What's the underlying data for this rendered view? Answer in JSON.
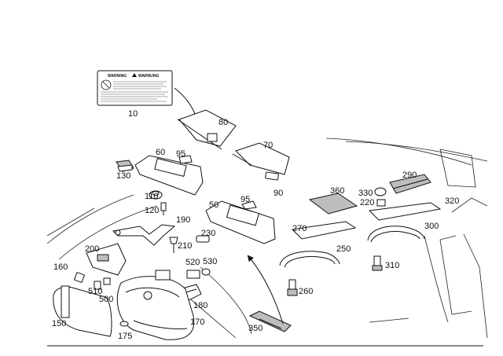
{
  "warning_label": {
    "title_left": "WARNING",
    "title_right": "WARNUNG"
  },
  "callouts": [
    {
      "id": "c10",
      "label": "10"
    },
    {
      "id": "c80",
      "label": "80"
    },
    {
      "id": "c60",
      "label": "60"
    },
    {
      "id": "c95a",
      "label": "95"
    },
    {
      "id": "c70",
      "label": "70"
    },
    {
      "id": "c130",
      "label": "130"
    },
    {
      "id": "c90",
      "label": "90"
    },
    {
      "id": "c110",
      "label": "110"
    },
    {
      "id": "c120",
      "label": "120"
    },
    {
      "id": "c95b",
      "label": "95"
    },
    {
      "id": "c50",
      "label": "50"
    },
    {
      "id": "c190",
      "label": "190"
    },
    {
      "id": "c360",
      "label": "360"
    },
    {
      "id": "c290",
      "label": "290"
    },
    {
      "id": "c330",
      "label": "330"
    },
    {
      "id": "c220",
      "label": "220"
    },
    {
      "id": "c320",
      "label": "320"
    },
    {
      "id": "c230",
      "label": "230"
    },
    {
      "id": "c270",
      "label": "270"
    },
    {
      "id": "c300",
      "label": "300"
    },
    {
      "id": "c200",
      "label": "200"
    },
    {
      "id": "c210",
      "label": "210"
    },
    {
      "id": "c250",
      "label": "250"
    },
    {
      "id": "c520",
      "label": "520"
    },
    {
      "id": "c530",
      "label": "530"
    },
    {
      "id": "c160",
      "label": "160"
    },
    {
      "id": "c310",
      "label": "310"
    },
    {
      "id": "c510",
      "label": "510"
    },
    {
      "id": "c500",
      "label": "500"
    },
    {
      "id": "c180",
      "label": "180"
    },
    {
      "id": "c260",
      "label": "260"
    },
    {
      "id": "c150",
      "label": "150"
    },
    {
      "id": "c170",
      "label": "170"
    },
    {
      "id": "c350",
      "label": "350"
    },
    {
      "id": "c175",
      "label": "175"
    }
  ]
}
